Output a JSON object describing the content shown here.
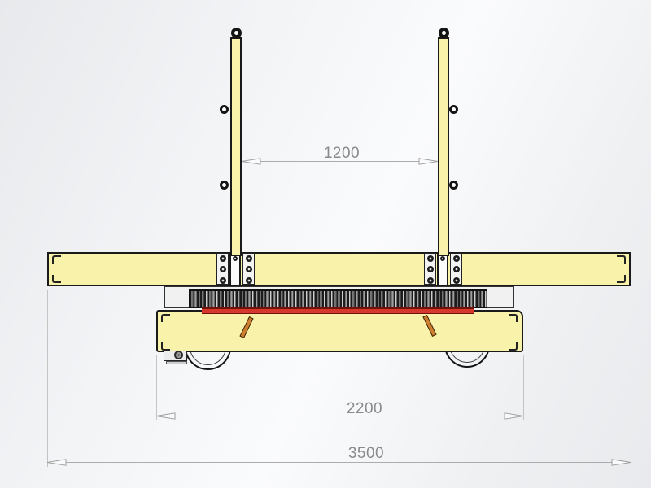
{
  "drawing": {
    "title": "cart-front-elevation",
    "view": "front elevation of rail transfer cart with two stake posts, clamp brackets, slewing gear ring and wheels",
    "dims": {
      "stake_spacing": {
        "label": "1200"
      },
      "wheel_base": {
        "label": "2200"
      },
      "overall_width": {
        "label": "3500"
      }
    },
    "colors": {
      "part_yellow": "#f8f2aa",
      "outline": "#1a1a1a",
      "bracket_white": "#f3f3f3",
      "gear_dark": "#1c1c1c",
      "gear_light": "#cfcfcf",
      "ring_red": "#d6392c",
      "ring_red_dark": "#70110a",
      "slot_orange": "#cd7e2f",
      "dim_gray": "#8a8a8a"
    },
    "components": [
      "left-stake-post",
      "right-stake-post",
      "lifting-eyelets",
      "lashing-hooks",
      "cross-beam",
      "stake-clamp-brackets",
      "turntable-plate",
      "slewing-gear-ring",
      "red-seal-ring",
      "cart-body",
      "angled-slots",
      "wheels",
      "axle-box"
    ]
  }
}
